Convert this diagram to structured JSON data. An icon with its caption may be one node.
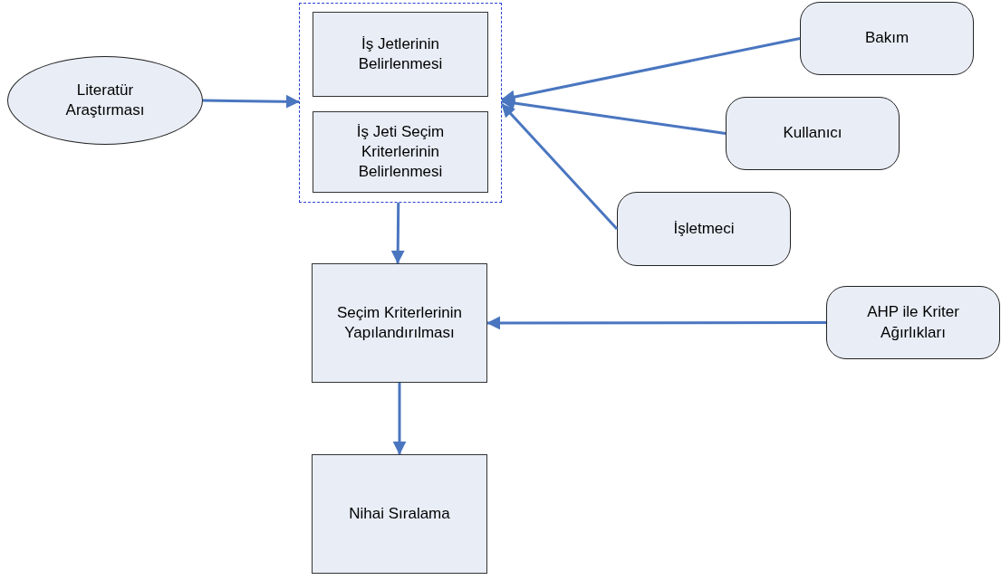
{
  "diagram": {
    "nodes": [
      {
        "text": [
          "Literatür Araştırması"
        ]
      },
      {
        "text": [],
        "shape": "box"
      },
      {
        "text": [
          "İş Jetlerinin Belirlenmesi"
        ],
        "in": 1
      },
      {
        "text": [
          "İş Jeti Seçim Kriterlerinin Belirlenmesi"
        ],
        "in": 1
      },
      {
        "text": [
          "Bakım"
        ]
      },
      {
        "text": [
          "Kullanıcı"
        ]
      },
      {
        "text": [
          "İşletmeci"
        ]
      },
      {
        "text": [
          "Seçim Kriterlerinin Yapılandırılması"
        ]
      },
      {
        "text": [
          "AHP ile Kriter Ağırlıkları"
        ]
      },
      {
        "text": [
          "Nihai Sıralama"
        ]
      }
    ],
    "edges": [
      {
        "from": 0,
        "to": 1,
        "arrow": "to"
      },
      {
        "from": 4,
        "to": 1,
        "arrow": "to"
      },
      {
        "from": 5,
        "to": 1,
        "arrow": "to"
      },
      {
        "from": 6,
        "to": 1,
        "arrow": "to"
      },
      {
        "from": 1,
        "to": 7,
        "arrow": "to"
      },
      {
        "from": 8,
        "to": 7,
        "arrow": "to"
      },
      {
        "from": 7,
        "to": 9,
        "arrow": "to"
      }
    ]
  }
}
